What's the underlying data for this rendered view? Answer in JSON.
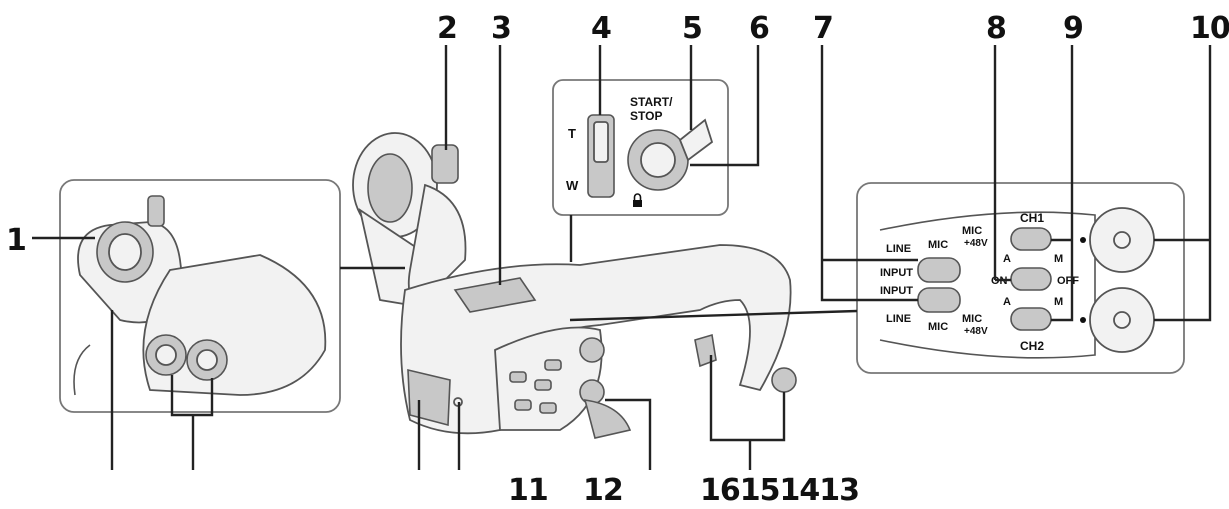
{
  "callouts": {
    "c1": "1",
    "c2": "2",
    "c3": "3",
    "c4": "4",
    "c5": "5",
    "c6": "6",
    "c7": "7",
    "c8": "8",
    "c9": "9",
    "c10": "10",
    "c11": "11",
    "c12": "12",
    "c13to16": "16151413"
  },
  "zoom_lever": {
    "tele_label": "T",
    "wide_label": "W"
  },
  "start_stop": {
    "label_line1": "START/",
    "label_line2": "STOP"
  },
  "audio_panel": {
    "ch1_label": "CH1",
    "ch2_label": "CH2",
    "input_label": "INPUT",
    "line_label": "LINE",
    "mic_label": "MIC",
    "mic48_top": "MIC",
    "mic48_bottom": "+48V",
    "a_label": "A",
    "m_label": "M",
    "on_label": "ON",
    "off_label": "OFF"
  }
}
